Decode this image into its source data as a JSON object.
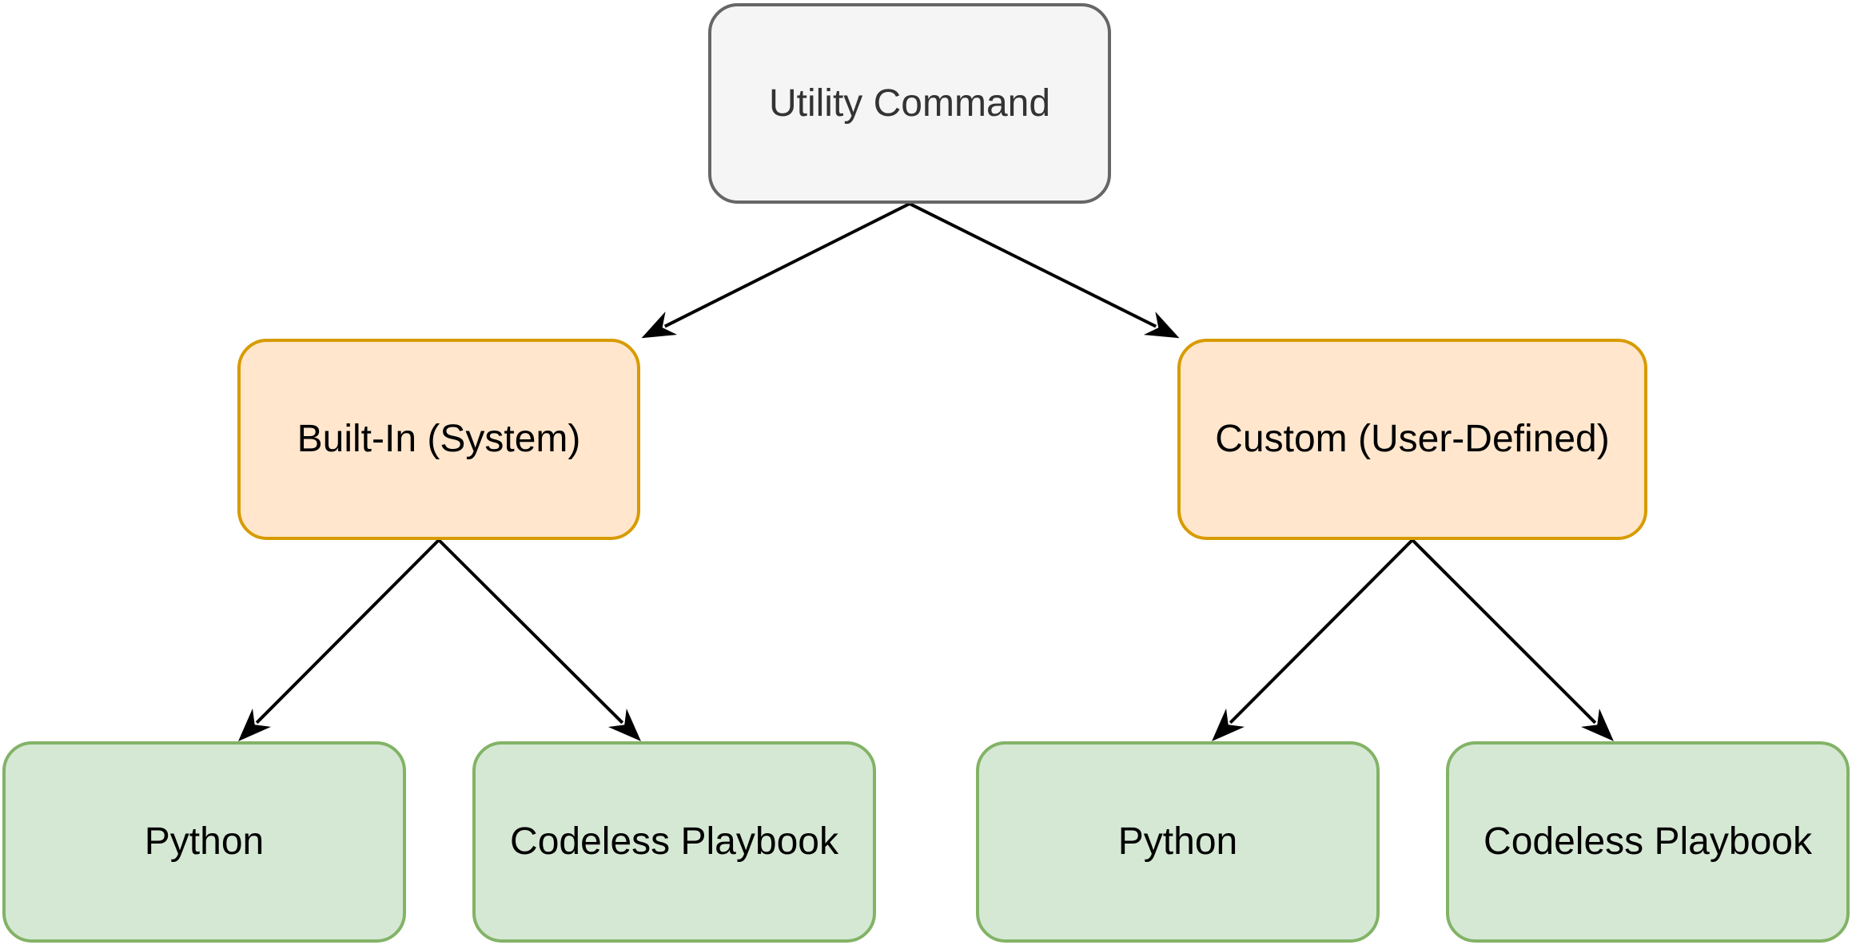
{
  "colors": {
    "root_fill": "#f5f5f5",
    "root_stroke": "#666666",
    "root_text": "#333333",
    "category_fill": "#ffe6cc",
    "category_stroke": "#d79b00",
    "leaf_fill": "#d5e8d4",
    "leaf_stroke": "#82b366",
    "text": "#000000",
    "edge": "#000000"
  },
  "nodes": {
    "root": {
      "label": "Utility Command"
    },
    "builtin": {
      "label": "Built-In (System)"
    },
    "custom": {
      "label": "Custom (User-Defined)"
    },
    "builtin_python": {
      "label": "Python"
    },
    "builtin_playbook": {
      "label": "Codeless Playbook"
    },
    "custom_python": {
      "label": "Python"
    },
    "custom_playbook": {
      "label": "Codeless Playbook"
    }
  },
  "edges": [
    {
      "from": "root",
      "to": "builtin"
    },
    {
      "from": "root",
      "to": "custom"
    },
    {
      "from": "builtin",
      "to": "builtin_python"
    },
    {
      "from": "builtin",
      "to": "builtin_playbook"
    },
    {
      "from": "custom",
      "to": "custom_python"
    },
    {
      "from": "custom",
      "to": "custom_playbook"
    }
  ]
}
